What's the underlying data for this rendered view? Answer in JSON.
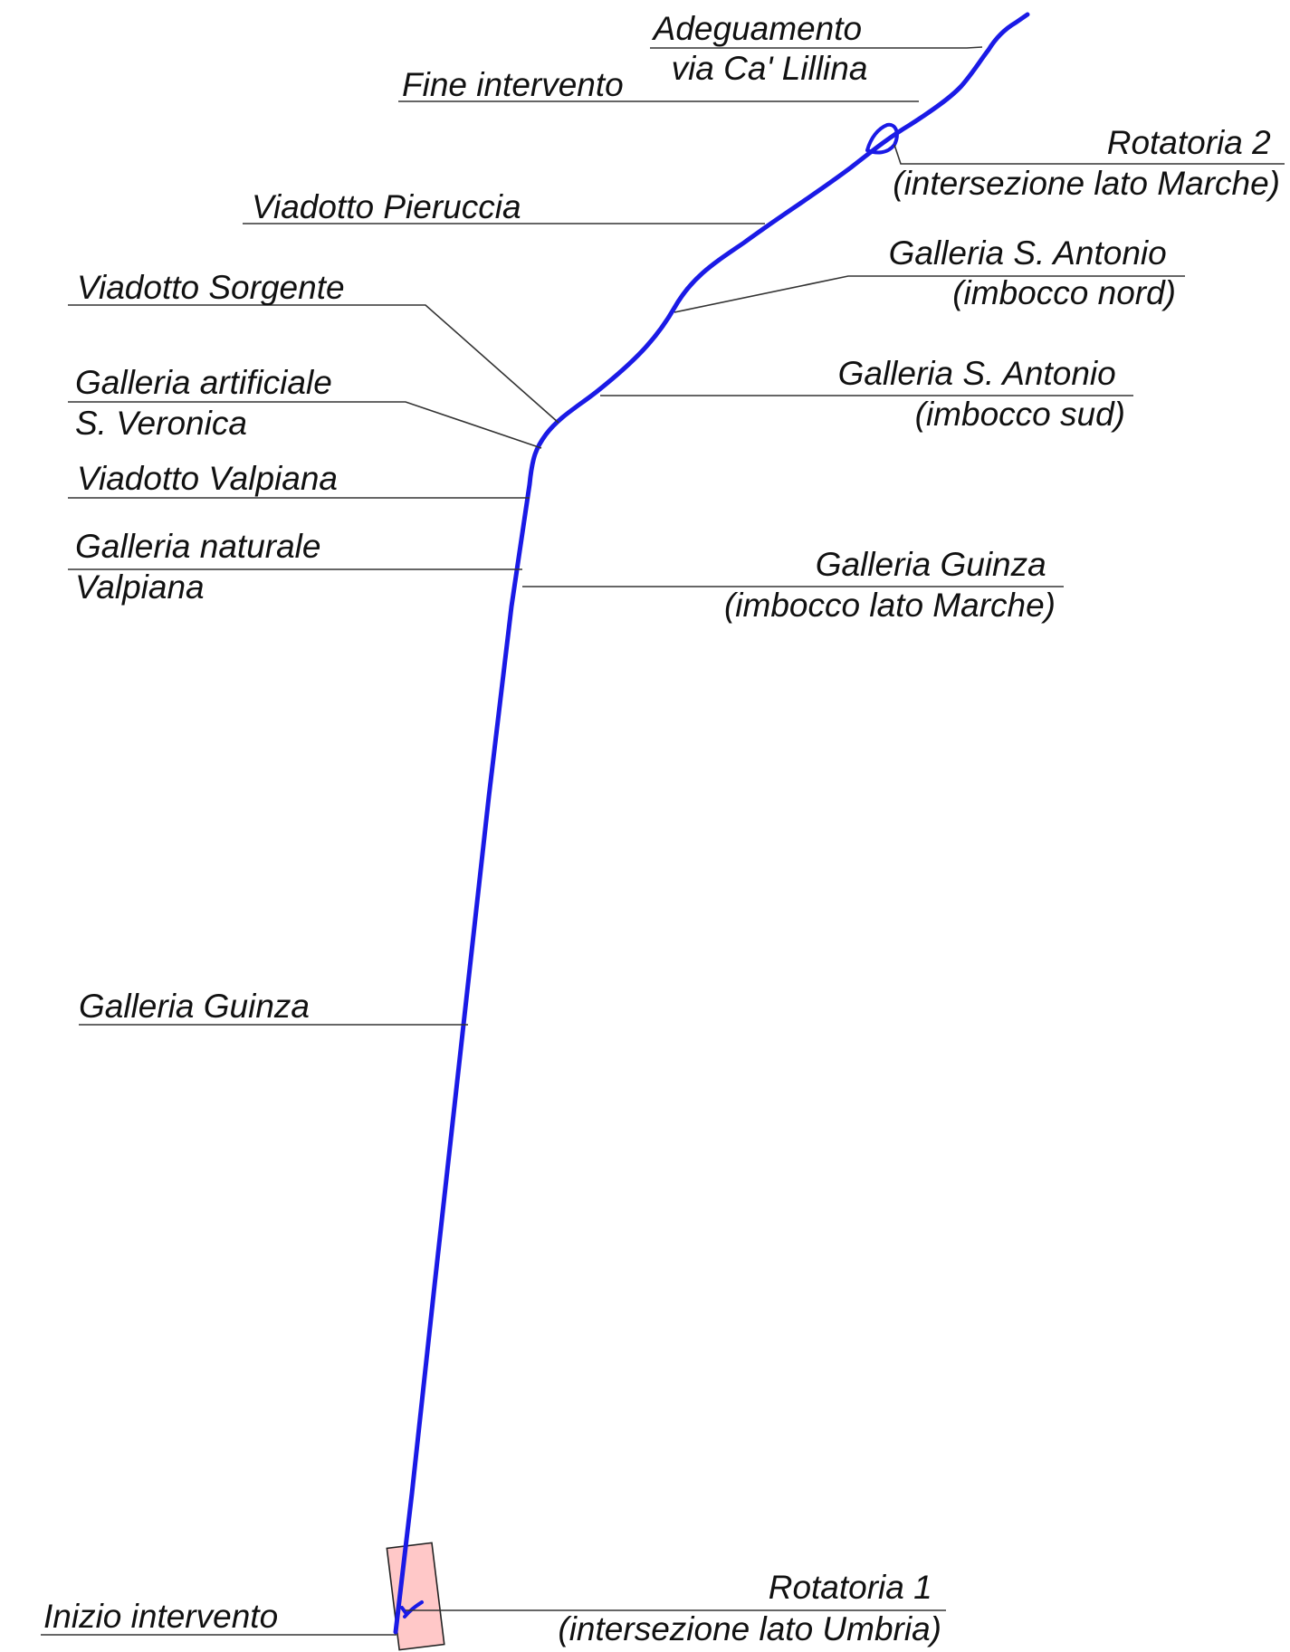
{
  "colors": {
    "route": "#1a1ae6",
    "box_fill": "#ffc8c8",
    "text": "#111111",
    "leader": "#333333"
  },
  "labels": {
    "adeguamento": [
      "Adeguamento",
      "via Ca' Lillina"
    ],
    "fine_intervento": "Fine intervento",
    "rotatoria_2": [
      "Rotatoria 2",
      "(intersezione lato Marche)"
    ],
    "viadotto_pieruccia": "Viadotto Pieruccia",
    "galleria_s_antonio_nord": [
      "Galleria S. Antonio",
      "(imbocco nord)"
    ],
    "viadotto_sorgente": "Viadotto Sorgente",
    "galleria_artificiale": [
      "Galleria artificiale",
      "S. Veronica"
    ],
    "galleria_s_antonio_sud": [
      "Galleria S. Antonio",
      "(imbocco sud)"
    ],
    "viadotto_valpiana": "Viadotto Valpiana",
    "galleria_naturale": [
      "Galleria naturale",
      "Valpiana"
    ],
    "galleria_guinza_imbocco": [
      "Galleria Guinza",
      "(imbocco lato Marche)"
    ],
    "galleria_guinza": "Galleria Guinza",
    "rotatoria_1": [
      "Rotatoria 1",
      "(intersezione lato Umbria)"
    ],
    "inizio_intervento": "Inizio intervento"
  }
}
